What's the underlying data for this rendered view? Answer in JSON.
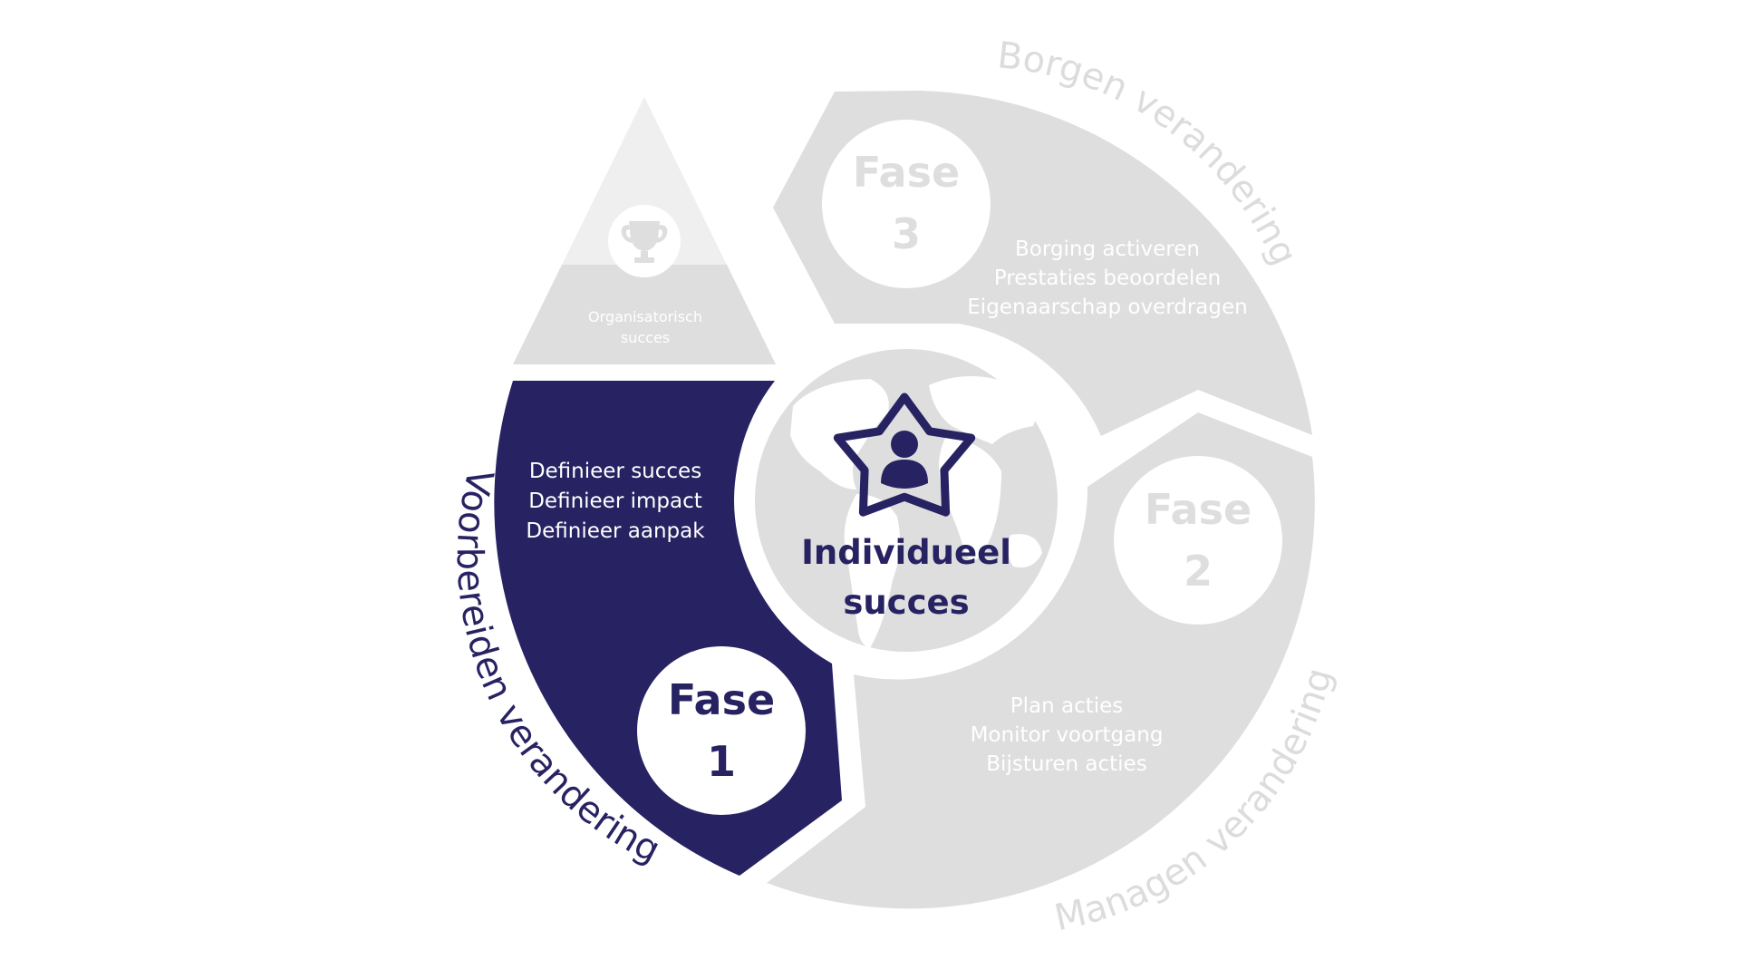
{
  "colors": {
    "navy": "#272262",
    "gray": "#dedede",
    "light_gray": "#efefef",
    "white": "#ffffff",
    "arc_text": "#dcdcdc"
  },
  "icons": {
    "center": "star-person-icon",
    "globe": "globe-icon",
    "trophy": "trophy-icon"
  },
  "center": {
    "line1": "Individueel",
    "line2": "succes"
  },
  "triangle": {
    "line1": "Organisatorisch",
    "line2": "succes"
  },
  "phase1": {
    "fase_label": "Fase",
    "fase_number": "1",
    "items": [
      "Definieer succes",
      "Definieer impact",
      "Definieer aanpak"
    ],
    "arc_label": "Voorbereiden verandering"
  },
  "phase2": {
    "fase_label": "Fase",
    "fase_number": "2",
    "items": [
      "Plan acties",
      "Monitor voortgang",
      "Bijsturen acties"
    ],
    "arc_label": "Managen verandering"
  },
  "phase3": {
    "fase_label": "Fase",
    "fase_number": "3",
    "items": [
      "Borging activeren",
      "Prestaties beoordelen",
      "Eigenaarschap overdragen"
    ],
    "arc_label": "Borgen verandering"
  }
}
